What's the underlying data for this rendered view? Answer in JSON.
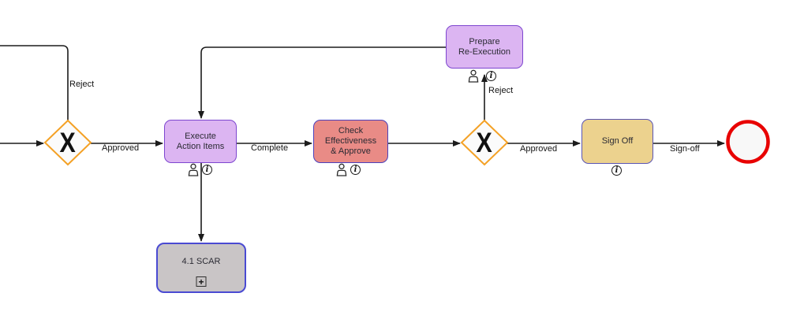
{
  "nodes": {
    "gateway1": {
      "symbol": "X"
    },
    "gateway2": {
      "symbol": "X"
    },
    "execute_action_items": {
      "lines": [
        "Execute",
        "Action Items"
      ]
    },
    "check_effectiveness": {
      "lines": [
        "Check",
        "Effectiveness",
        "& Approve"
      ]
    },
    "prepare_re_execution": {
      "lines": [
        "Prepare",
        "Re-Execution"
      ]
    },
    "sign_off": {
      "label": "Sign Off"
    },
    "scar_subprocess": {
      "label": "4.1 SCAR",
      "expand_marker": "+"
    }
  },
  "edges": {
    "reject_top_left": "Reject",
    "approved_1": "Approved",
    "complete": "Complete",
    "reject_2": "Reject",
    "approved_2": "Approved",
    "sign_off_edge": "Sign-off"
  },
  "icons": {
    "info_glyph": "i"
  },
  "colors": {
    "task_purple_fill": "#dcb5f2",
    "task_purple_border": "#7d46cf",
    "task_red_fill": "#e98b86",
    "task_red_border": "#4b41bd",
    "task_tan_fill": "#ecd28e",
    "task_tan_border": "#5a55b5",
    "subprocess_gray_fill": "#c9c5c6",
    "subprocess_gray_border": "#4a4ad2",
    "gateway_border": "#f4a125",
    "gateway_fill": "#fbfbfb",
    "end_event_border": "#e80000",
    "end_event_fill": "#f8f8f8",
    "connector": "#1c1c1c"
  }
}
